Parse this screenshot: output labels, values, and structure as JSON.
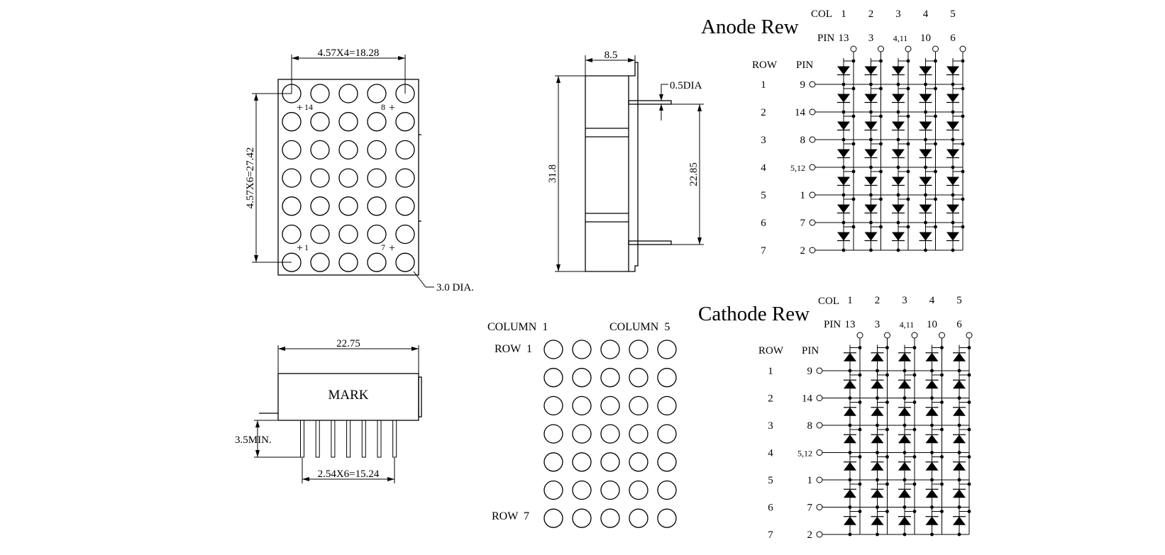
{
  "front_view": {
    "width_dim": "4.57X4=18.28",
    "height_dim": "4.57X6=27.42",
    "dot_dia": "3.0 DIA.",
    "pin_marks": {
      "top_left": "14",
      "top_right": "8",
      "bottom_left": "1",
      "bottom_right": "7"
    },
    "rows": 7,
    "cols": 5
  },
  "side_view": {
    "depth_dim": "8.5",
    "height_dim": "31.8",
    "pin_dia": "0.5DIA",
    "pin_span": "22.85"
  },
  "bottom_view": {
    "width_dim": "22.75",
    "mark_label": "MARK",
    "pin_length": "3.5MIN.",
    "pin_pitch": "2.54X6=15.24",
    "pin_count": 7
  },
  "dot_layout": {
    "column_first": "COLUMN  1",
    "column_last": "COLUMN  5",
    "row_first": "ROW  1",
    "row_last": "ROW  7",
    "rows": 7,
    "cols": 5
  },
  "anode_schematic": {
    "title": "Anode Rew",
    "col_header": "COL",
    "pin_header": "PIN",
    "row_header": "ROW",
    "row_pin_header": "PIN",
    "cols": [
      "1",
      "2",
      "3",
      "4",
      "5"
    ],
    "col_pins": [
      "13",
      "3",
      "4,11",
      "10",
      "6"
    ],
    "rows": [
      "1",
      "2",
      "3",
      "4",
      "5",
      "6",
      "7"
    ],
    "row_pins": [
      "9",
      "14",
      "8",
      "5,12",
      "1",
      "7",
      "2"
    ],
    "diode_direction": "down"
  },
  "cathode_schematic": {
    "title": "Cathode Rew",
    "col_header": "COL",
    "pin_header": "PIN",
    "row_header": "ROW",
    "row_pin_header": "PIN",
    "cols": [
      "1",
      "2",
      "3",
      "4",
      "5"
    ],
    "col_pins": [
      "13",
      "3",
      "4,11",
      "10",
      "6"
    ],
    "rows": [
      "1",
      "2",
      "3",
      "4",
      "5",
      "6",
      "7"
    ],
    "row_pins": [
      "9",
      "14",
      "8",
      "5,12",
      "1",
      "7",
      "2"
    ],
    "diode_direction": "up"
  }
}
